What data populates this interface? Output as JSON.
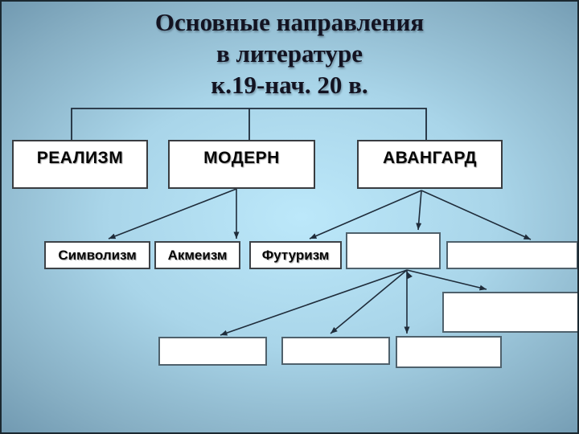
{
  "slide": {
    "title_lines": [
      "Основные направления",
      "в литературе",
      "к.19-нач. 20 в."
    ],
    "nodes": {
      "realizm": {
        "label": "РЕАЛИЗМ"
      },
      "modern": {
        "label": "МОДЕРН"
      },
      "avangard": {
        "label": "АВАНГАРД"
      },
      "simvolizm": {
        "label": "Символизм"
      },
      "akmeizm": {
        "label": "Акмеизм"
      },
      "futurizm": {
        "label": "Футуризм"
      },
      "empty_mid": {
        "label": ""
      },
      "empty_right": {
        "label": ""
      },
      "empty_right2": {
        "label": ""
      },
      "empty_bottom1": {
        "label": ""
      },
      "empty_bottom2": {
        "label": ""
      },
      "empty_bottom3": {
        "label": ""
      }
    },
    "edges": [
      {
        "from": "title",
        "to": "realizm",
        "type": "bracket"
      },
      {
        "from": "title",
        "to": "modern",
        "type": "bracket"
      },
      {
        "from": "title",
        "to": "avangard",
        "type": "bracket"
      },
      {
        "from": "modern",
        "to": "simvolizm",
        "type": "arrow"
      },
      {
        "from": "modern",
        "to": "akmeizm",
        "type": "arrow"
      },
      {
        "from": "avangard",
        "to": "futurizm",
        "type": "arrow"
      },
      {
        "from": "avangard",
        "to": "empty_mid",
        "type": "arrow"
      },
      {
        "from": "avangard",
        "to": "empty_right",
        "type": "arrow"
      },
      {
        "from": "empty_mid",
        "to": "empty_bottom1",
        "type": "arrow"
      },
      {
        "from": "empty_mid",
        "to": "empty_bottom2",
        "type": "arrow"
      },
      {
        "from": "empty_mid",
        "to": "empty_bottom3",
        "type": "arrow"
      },
      {
        "from": "empty_mid",
        "to": "empty_right2",
        "type": "arrow"
      }
    ],
    "colors": {
      "background_center": "#bce8fa",
      "background_edge": "#5d86a0",
      "slide_border": "#1b2830",
      "connector_line": "#1f2c3a",
      "box_fill": "#ffffff",
      "box_border": "#393c40",
      "empty_box_border": "#4f616c",
      "title_text": "#131321",
      "label_text": "#060606"
    }
  }
}
